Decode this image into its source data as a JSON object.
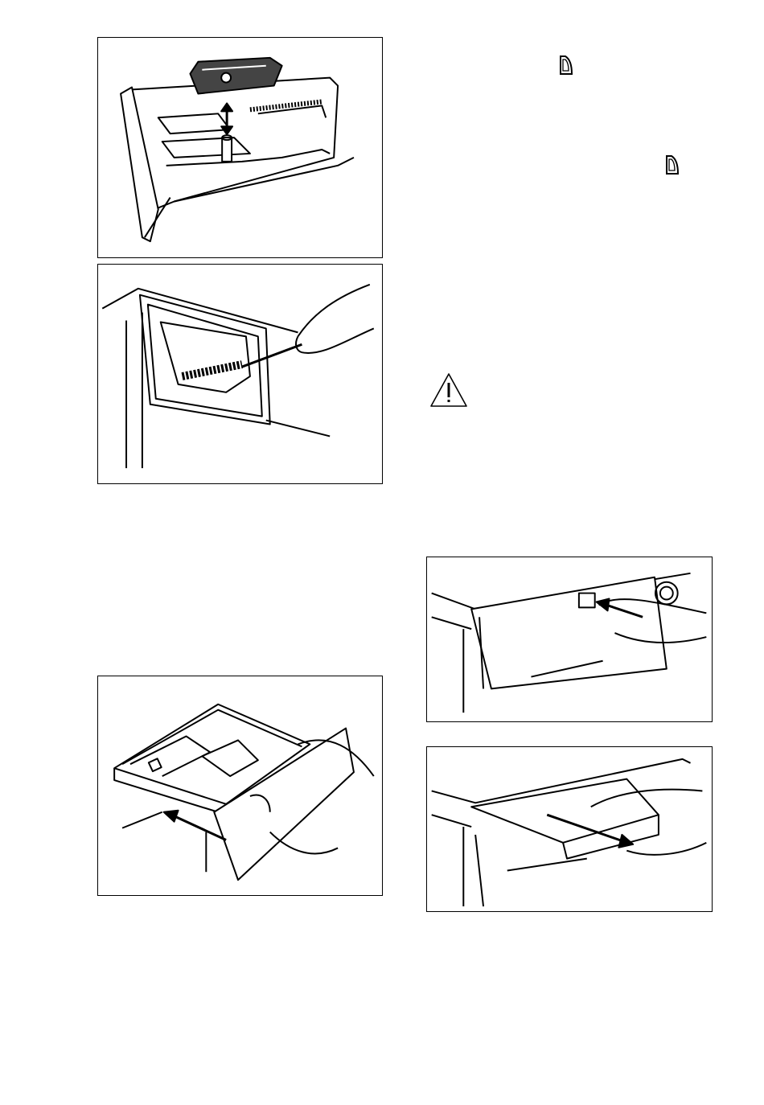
{
  "page": {
    "background": "#ffffff",
    "ink": "#000000"
  },
  "figures": [
    {
      "id": "fig-remove-softener-cap",
      "alt": ""
    },
    {
      "id": "fig-brush-recess",
      "alt": ""
    },
    {
      "id": "fig-pull-out-drawer",
      "alt": ""
    },
    {
      "id": "fig-press-release-lever",
      "alt": ""
    },
    {
      "id": "fig-remove-drawer",
      "alt": ""
    }
  ],
  "icons": {
    "softener_symbol": "fabric-softener-icon",
    "warning_symbol": "warning-triangle-icon"
  }
}
